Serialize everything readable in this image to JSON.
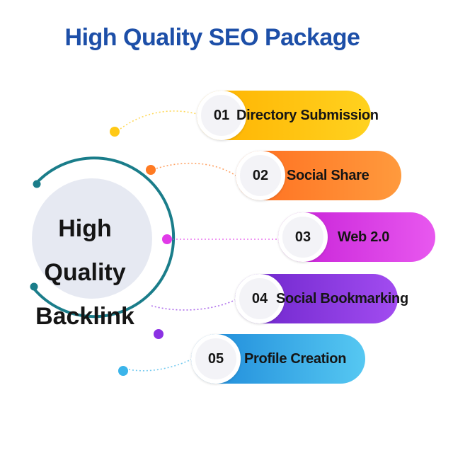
{
  "title": "High Quality SEO Package",
  "hub": {
    "line1": "High Quality",
    "line2": "Backlink"
  },
  "items": [
    {
      "number": "01",
      "label": "Directory Submission",
      "color_start": "#ffb100",
      "color_end": "#ffd21f",
      "dot": "#ffc916"
    },
    {
      "number": "02",
      "label": "Social Share",
      "color_start": "#ff6d1f",
      "color_end": "#ff9a3d",
      "dot": "#ff7a22"
    },
    {
      "number": "03",
      "label": "Web 2.0",
      "color_start": "#c51ed6",
      "color_end": "#e858ef",
      "dot": "#e13ae8"
    },
    {
      "number": "04",
      "label": "Social Bookmarking",
      "color_start": "#6a23c9",
      "color_end": "#a24cf0",
      "dot": "#8b31e3"
    },
    {
      "number": "05",
      "label": "Profile Creation",
      "color_start": "#1a86d8",
      "color_end": "#56c8f2",
      "dot": "#3bb4ea"
    }
  ],
  "colors": {
    "title": "#1d4fa8",
    "hub_ring": "#1a7d8a",
    "hub_fill": "#e6e9f2"
  }
}
